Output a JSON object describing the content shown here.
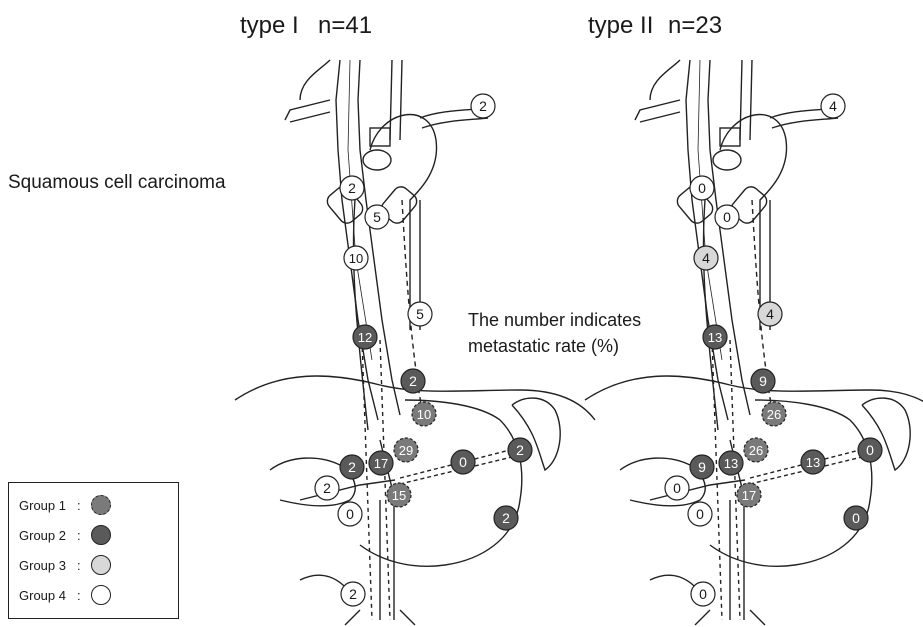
{
  "subtitle": "Squamous cell carcinoma",
  "note": {
    "line1": "The number indicates",
    "line2": "metastatic rate (%)"
  },
  "panels": [
    {
      "type_label": "type I",
      "n_label": "n=41",
      "nodes": [
        {
          "value": "2",
          "group": 4
        },
        {
          "value": "2",
          "group": 4
        },
        {
          "value": "5",
          "group": 4
        },
        {
          "value": "10",
          "group": 4
        },
        {
          "value": "5",
          "group": 4
        },
        {
          "value": "12",
          "group": 2
        },
        {
          "value": "2",
          "group": 2
        },
        {
          "value": "10",
          "group": 1
        },
        {
          "value": "29",
          "group": 1
        },
        {
          "value": "17",
          "group": 2
        },
        {
          "value": "2",
          "group": 2
        },
        {
          "value": "0",
          "group": 2
        },
        {
          "value": "2",
          "group": 2
        },
        {
          "value": "15",
          "group": 1
        },
        {
          "value": "2",
          "group": 4
        },
        {
          "value": "0",
          "group": 4
        },
        {
          "value": "2",
          "group": 2
        },
        {
          "value": "2",
          "group": 4
        }
      ]
    },
    {
      "type_label": "type II",
      "n_label": "n=23",
      "nodes": [
        {
          "value": "4",
          "group": 4
        },
        {
          "value": "0",
          "group": 4
        },
        {
          "value": "0",
          "group": 4
        },
        {
          "value": "4",
          "group": 3
        },
        {
          "value": "4",
          "group": 3
        },
        {
          "value": "13",
          "group": 2
        },
        {
          "value": "9",
          "group": 2
        },
        {
          "value": "26",
          "group": 1
        },
        {
          "value": "26",
          "group": 1
        },
        {
          "value": "13",
          "group": 2
        },
        {
          "value": "9",
          "group": 2
        },
        {
          "value": "13",
          "group": 2
        },
        {
          "value": "0",
          "group": 2
        },
        {
          "value": "17",
          "group": 1
        },
        {
          "value": "0",
          "group": 4
        },
        {
          "value": "0",
          "group": 4
        },
        {
          "value": "0",
          "group": 2
        },
        {
          "value": "0",
          "group": 4
        }
      ]
    }
  ],
  "legend": {
    "items": [
      {
        "label": "Group 1",
        "colon": ":",
        "group": 1
      },
      {
        "label": "Group 2",
        "colon": ":",
        "group": 2
      },
      {
        "label": "Group 3",
        "colon": ":",
        "group": 3
      },
      {
        "label": "Group 4",
        "colon": ":",
        "group": 4
      }
    ]
  },
  "colors": {
    "group1": "#7a7a7a",
    "group2": "#5a5a5a",
    "group3": "#d8d8d8",
    "group4": "#ffffff",
    "stroke": "#222222"
  }
}
